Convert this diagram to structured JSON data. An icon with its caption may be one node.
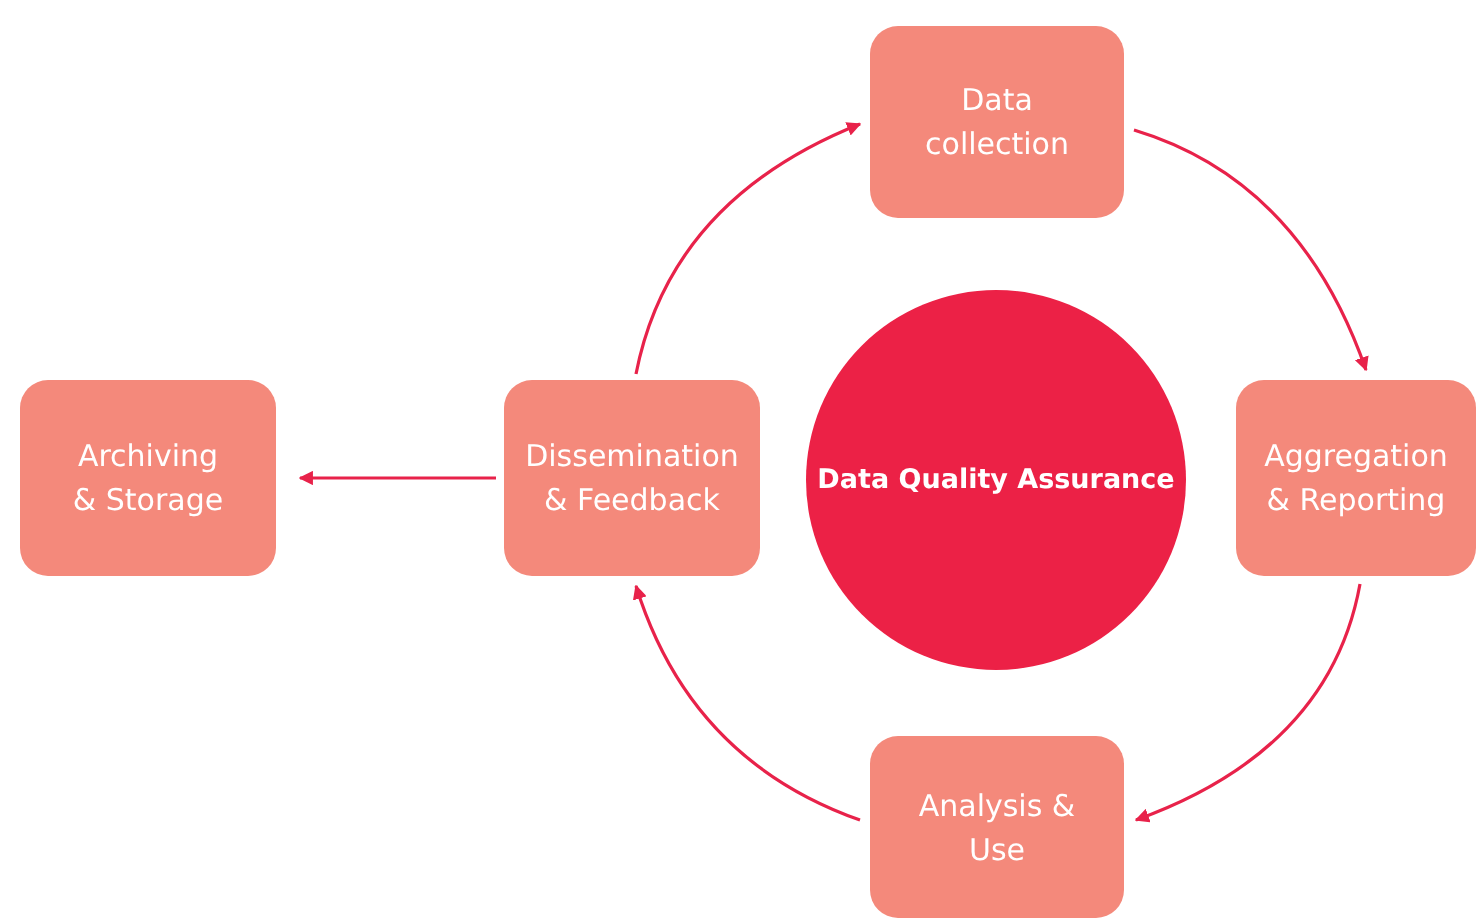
{
  "diagram": {
    "nodes": [
      {
        "text": [
          "Data collection"
        ]
      },
      {
        "text": [
          "Archiving & Storage"
        ]
      },
      {
        "text": [
          "Dissemination & Feedback"
        ]
      },
      {
        "text": [
          "Data Quality Assurance"
        ]
      },
      {
        "text": [
          "Aggregation & Reporting"
        ]
      },
      {
        "text": [
          "Analysis & Use"
        ]
      }
    ],
    "edges": [
      {
        "from": 0,
        "to": 4,
        "arrow": "to"
      },
      {
        "from": 4,
        "to": 5,
        "arrow": "to"
      },
      {
        "from": 5,
        "to": 2,
        "arrow": "to"
      },
      {
        "from": 2,
        "to": 0,
        "arrow": "to"
      },
      {
        "from": 2,
        "to": 1,
        "arrow": "to"
      }
    ]
  }
}
